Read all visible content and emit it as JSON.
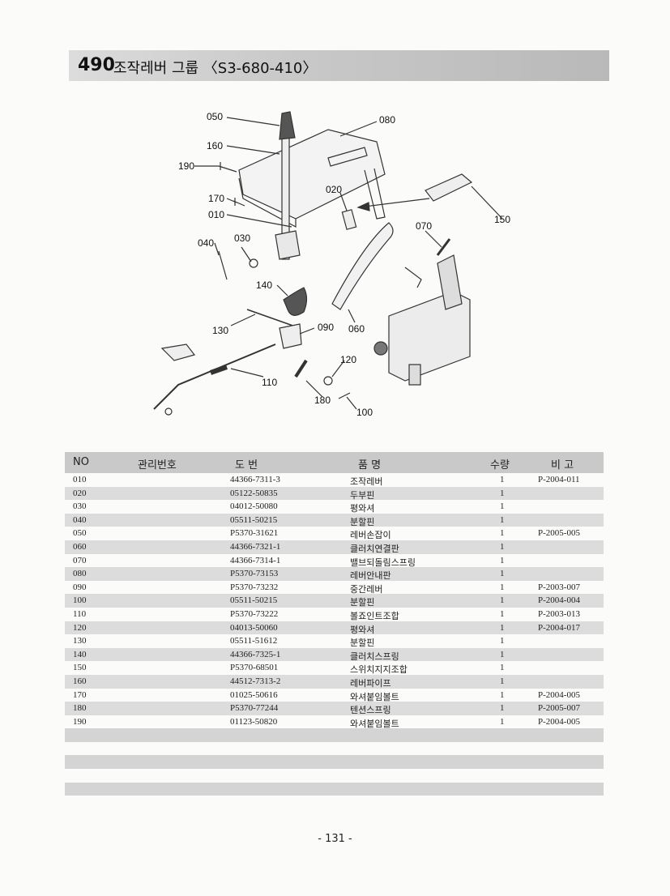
{
  "header": {
    "number": "490",
    "title": "조작레버 그룹 〈S3-680-410〉"
  },
  "diagram_labels": [
    "050",
    "080",
    "160",
    "190",
    "020",
    "150",
    "170",
    "010",
    "070",
    "040",
    "030",
    "140",
    "130",
    "090",
    "060",
    "120",
    "110",
    "180",
    "100"
  ],
  "table": {
    "headers": {
      "no": "NO",
      "management": "관리번호",
      "part_no": "도  번",
      "name": "품  명",
      "qty": "수량",
      "remarks": "비  고"
    },
    "rows": [
      {
        "no": "010",
        "part_no": "44366-7311-3",
        "name": "조작레버",
        "qty": "1",
        "remarks": "P-2004-011"
      },
      {
        "no": "020",
        "part_no": "05122-50835",
        "name": "두부핀",
        "qty": "1",
        "remarks": ""
      },
      {
        "no": "030",
        "part_no": "04012-50080",
        "name": "평와셔",
        "qty": "1",
        "remarks": ""
      },
      {
        "no": "040",
        "part_no": "05511-50215",
        "name": "분할핀",
        "qty": "1",
        "remarks": ""
      },
      {
        "no": "050",
        "part_no": "P5370-31621",
        "name": "레버손잡이",
        "qty": "1",
        "remarks": "P-2005-005"
      },
      {
        "no": "060",
        "part_no": "44366-7321-1",
        "name": "클러치연결판",
        "qty": "1",
        "remarks": ""
      },
      {
        "no": "070",
        "part_no": "44366-7314-1",
        "name": "밸브되돌림스프링",
        "qty": "1",
        "remarks": ""
      },
      {
        "no": "080",
        "part_no": "P5370-73153",
        "name": "레버안내판",
        "qty": "1",
        "remarks": ""
      },
      {
        "no": "090",
        "part_no": "P5370-73232",
        "name": "중간레버",
        "qty": "1",
        "remarks": "P-2003-007"
      },
      {
        "no": "100",
        "part_no": "05511-50215",
        "name": "분할핀",
        "qty": "1",
        "remarks": "P-2004-004"
      },
      {
        "no": "110",
        "part_no": "P5370-73222",
        "name": "볼죠인트조합",
        "qty": "1",
        "remarks": "P-2003-013"
      },
      {
        "no": "120",
        "part_no": "04013-50060",
        "name": "평와셔",
        "qty": "1",
        "remarks": "P-2004-017"
      },
      {
        "no": "130",
        "part_no": "05511-51612",
        "name": "분할핀",
        "qty": "1",
        "remarks": ""
      },
      {
        "no": "140",
        "part_no": "44366-7325-1",
        "name": "클러치스프링",
        "qty": "1",
        "remarks": ""
      },
      {
        "no": "150",
        "part_no": "P5370-68501",
        "name": "스위치지지조합",
        "qty": "1",
        "remarks": ""
      },
      {
        "no": "160",
        "part_no": "44512-7313-2",
        "name": "레버파이프",
        "qty": "1",
        "remarks": ""
      },
      {
        "no": "170",
        "part_no": "01025-50616",
        "name": "와셔붙임볼트",
        "qty": "1",
        "remarks": "P-2004-005"
      },
      {
        "no": "180",
        "part_no": "P5370-77244",
        "name": "텐션스프링",
        "qty": "1",
        "remarks": "P-2005-007"
      },
      {
        "no": "190",
        "part_no": "01123-50820",
        "name": "와셔붙임볼트",
        "qty": "1",
        "remarks": "P-2004-005"
      }
    ]
  },
  "page_number": "- 131 -"
}
